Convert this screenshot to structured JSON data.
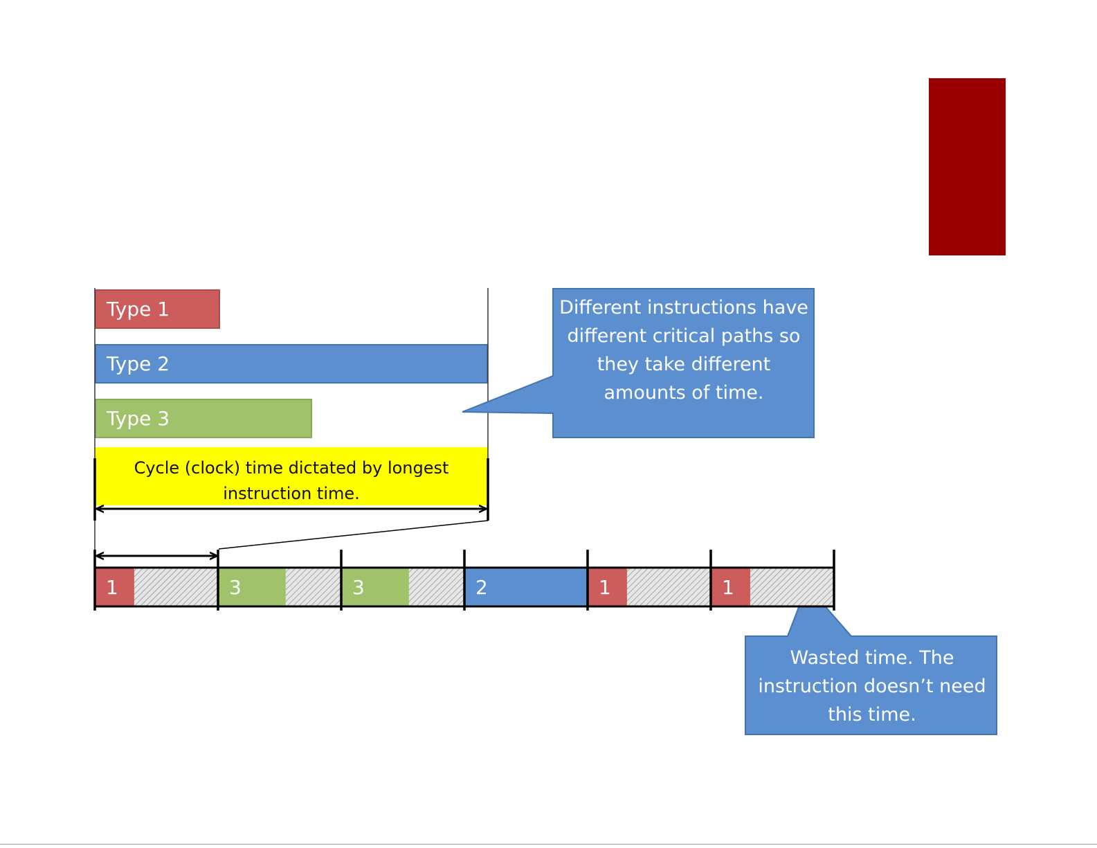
{
  "bars": [
    {
      "label": "Type 1",
      "color": "#cd5c5c"
    },
    {
      "label": "Type 2",
      "color": "#5b8fcf"
    },
    {
      "label": "Type 3",
      "color": "#9fc26b"
    }
  ],
  "cycle_note": "Cycle (clock) time dictated by longest instruction time.",
  "callouts": {
    "paths": "Different instructions have different critical paths so they take different amounts of time.",
    "wasted": "Wasted time. The instruction doesn’t need this time."
  },
  "timeline_cycles": [
    {
      "label": "1",
      "type": 1,
      "busy_fraction": 0.32
    },
    {
      "label": "3",
      "type": 3,
      "busy_fraction": 0.55
    },
    {
      "label": "3",
      "type": 3,
      "busy_fraction": 0.55
    },
    {
      "label": "2",
      "type": 2,
      "busy_fraction": 1.0
    },
    {
      "label": "1",
      "type": 1,
      "busy_fraction": 0.32
    },
    {
      "label": "1",
      "type": 1,
      "busy_fraction": 0.32
    }
  ],
  "colors": {
    "accent": "#990000",
    "type_1": "#cd5c5c",
    "type_2": "#5b8fcf",
    "type_3": "#9fc26b",
    "cycle_highlight": "#ffff00",
    "callout": "#5b8fcf"
  }
}
